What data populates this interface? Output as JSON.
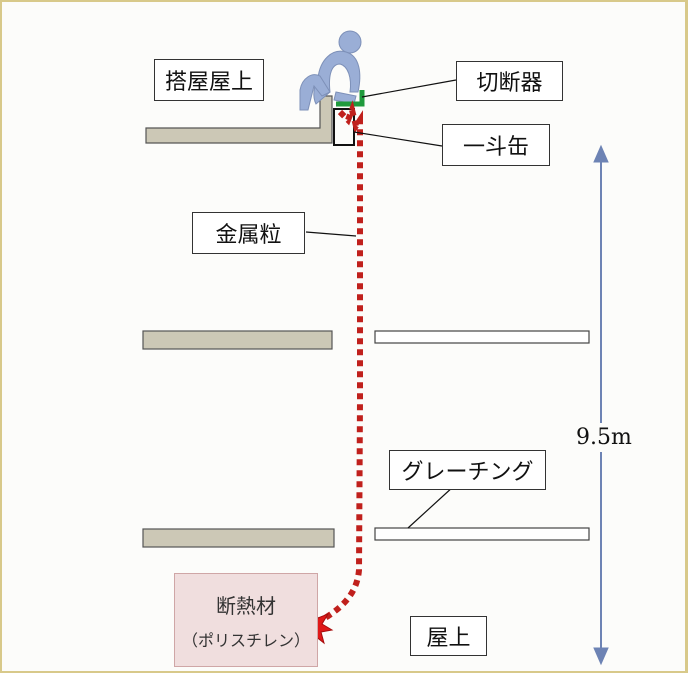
{
  "labels": {
    "rooftop_house": "搭屋屋上",
    "cutter": "切断器",
    "can": "一斗缶",
    "metal_grains": "金属粒",
    "grating": "グレーチング",
    "rooftop": "屋上",
    "insulation_line1": "断熱材",
    "insulation_line2": "（ポリスチレン）",
    "height": "9.5m"
  },
  "colors": {
    "frame": "#d8c98a",
    "slab": "#ccc8b6",
    "dotted_line": "#c0201c",
    "burst": "#e01818",
    "dimension_arrow": "#6d83b4",
    "cutter": "#1f9a3c",
    "person": "#9aaed6",
    "insulation_fill": "#f0dede"
  },
  "icons": {
    "person": "person-bending-icon",
    "burst": "fire-burst-icon",
    "cutter": "cutter-icon"
  }
}
